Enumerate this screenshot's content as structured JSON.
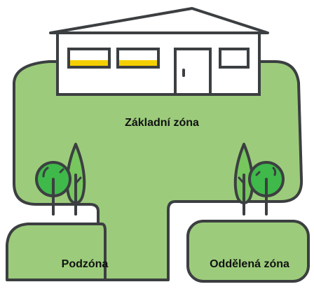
{
  "zones": {
    "main": {
      "label": "Základní zóna"
    },
    "sub": {
      "label": "Podzóna"
    },
    "separate": {
      "label": "Oddělená zóna"
    }
  },
  "colors": {
    "lawn": "#9ccc7b",
    "outline": "#3c3f41",
    "house_fill": "#ffffff",
    "window_accent": "#f5d000",
    "tree_round": "#3fb94a",
    "tree_tall": "#77c75e",
    "tree_stroke": "#3c3f41"
  },
  "icons": {
    "house": "house-icon",
    "tree_round": "round-tree-icon",
    "tree_tall": "cypress-tree-icon"
  }
}
